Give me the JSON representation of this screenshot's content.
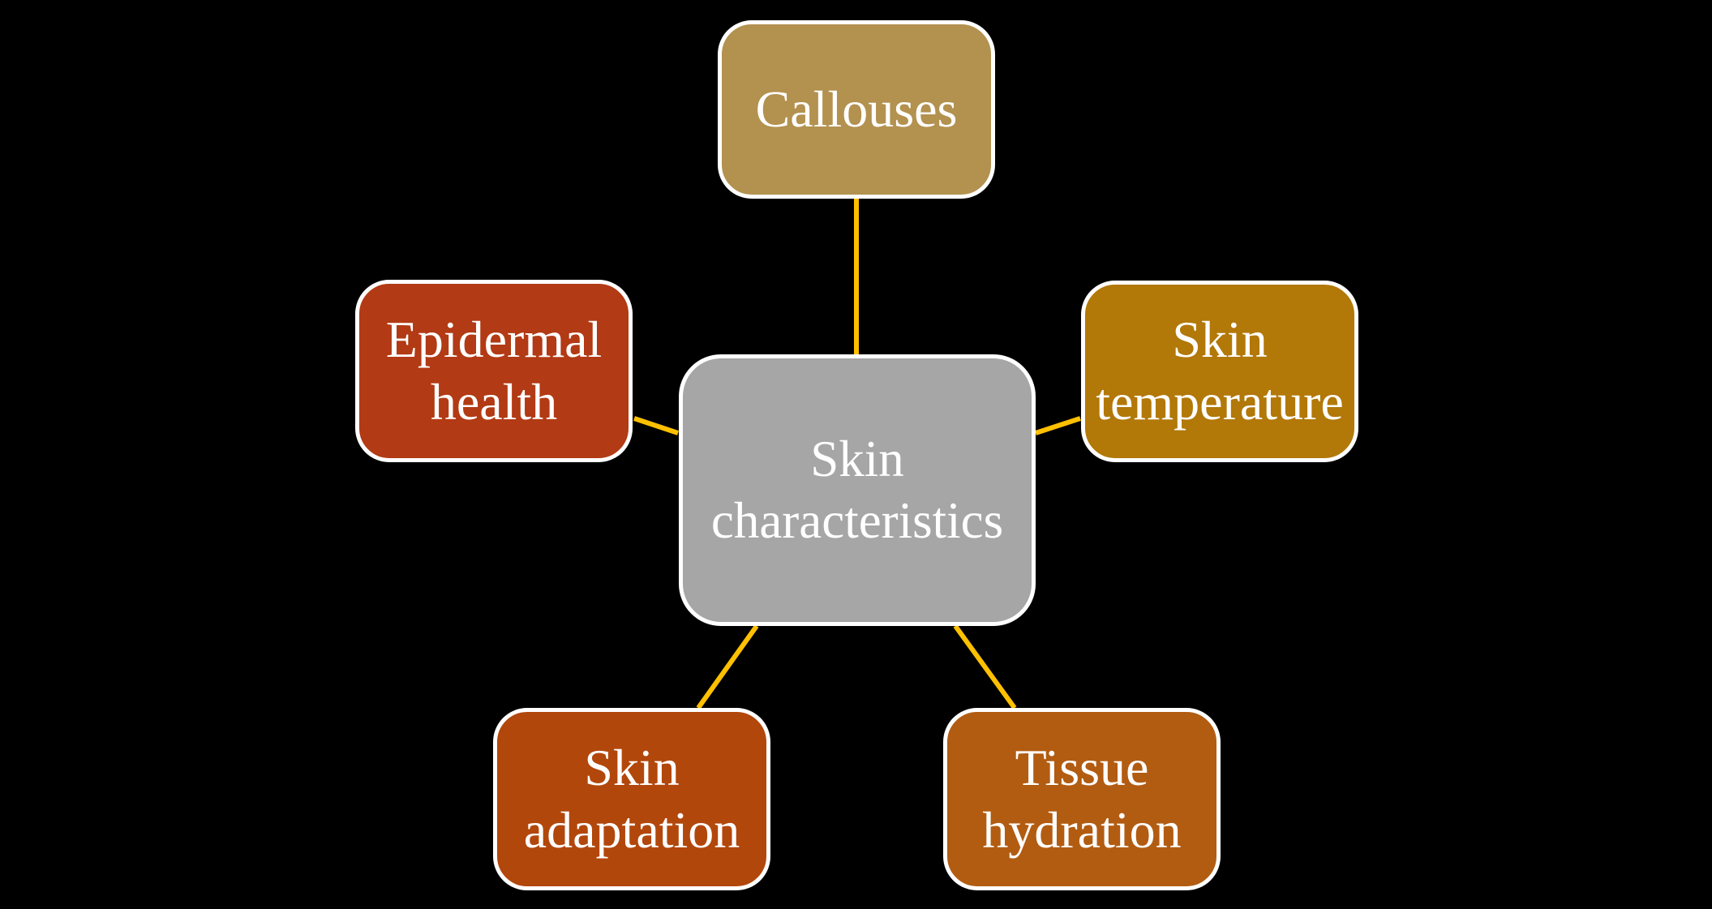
{
  "diagram": {
    "type": "radial-hub",
    "background_color": "#000000",
    "connector_color": "#FFC000",
    "node_border_color": "#FFFFFF",
    "text_color": "#FFFFFF",
    "center_node": {
      "label": "Skin characteristics",
      "color": "#A6A6A6"
    },
    "satellite_nodes": [
      {
        "label": "Callouses",
        "color": "#B3914F",
        "position": "top"
      },
      {
        "label": "Skin temperature",
        "color": "#B27808",
        "position": "right"
      },
      {
        "label": "Tissue hydration",
        "color": "#B25C12",
        "position": "bottom-right"
      },
      {
        "label": "Skin adaptation",
        "color": "#B2470C",
        "position": "bottom-left"
      },
      {
        "label": "Epidermal health",
        "color": "#B23A14",
        "position": "left"
      }
    ]
  }
}
